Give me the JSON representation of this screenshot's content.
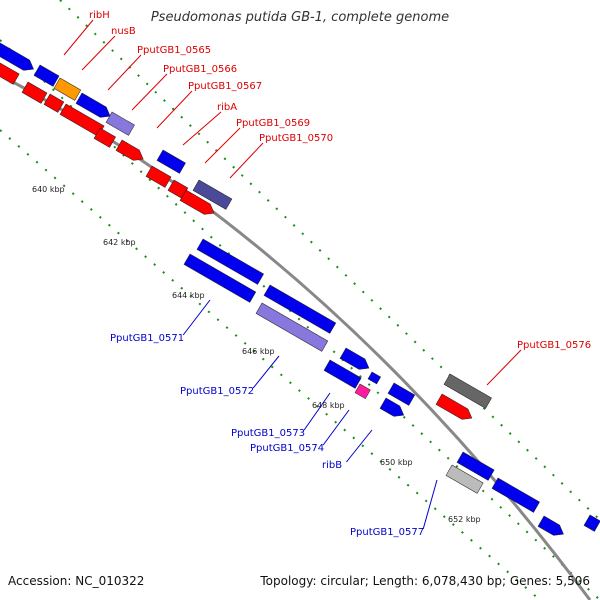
{
  "title": "Pseudomonas putida GB-1, complete genome",
  "footer": {
    "accession": "Accession: NC_010322",
    "summary": "Topology: circular; Length: 6,078,430 bp; Genes: 5,506"
  },
  "colors": {
    "forward_gene": "#0000ee",
    "reverse_gene": "#ff0000",
    "forward_label": "#0000cc",
    "reverse_label": "#dd0000",
    "tick_mark": "#1a8c1a",
    "backbone": "#888888",
    "orange_gene": "#ff9900",
    "magenta_gene": "#ff1aa0",
    "gray_gene": "#666666",
    "light_gray_gene": "#bbbbbb",
    "violet_gene": "#8877dd",
    "indigo_gene": "#4a4a99"
  },
  "kbp_labels": [
    "640 kbp",
    "642 kbp",
    "644 kbp",
    "646 kbp",
    "648 kbp",
    "650 kbp",
    "652 kbp"
  ],
  "gene_labels": {
    "top": [
      "ribH",
      "nusB",
      "PputGB1_0565",
      "PputGB1_0566",
      "PputGB1_0567",
      "ribA",
      "PputGB1_0569",
      "PputGB1_0570",
      "PputGB1_0576"
    ],
    "bottom": [
      "PputGB1_0571",
      "PputGB1_0572",
      "PputGB1_0573",
      "PputGB1_0574",
      "ribB",
      "PputGB1_0577"
    ]
  }
}
